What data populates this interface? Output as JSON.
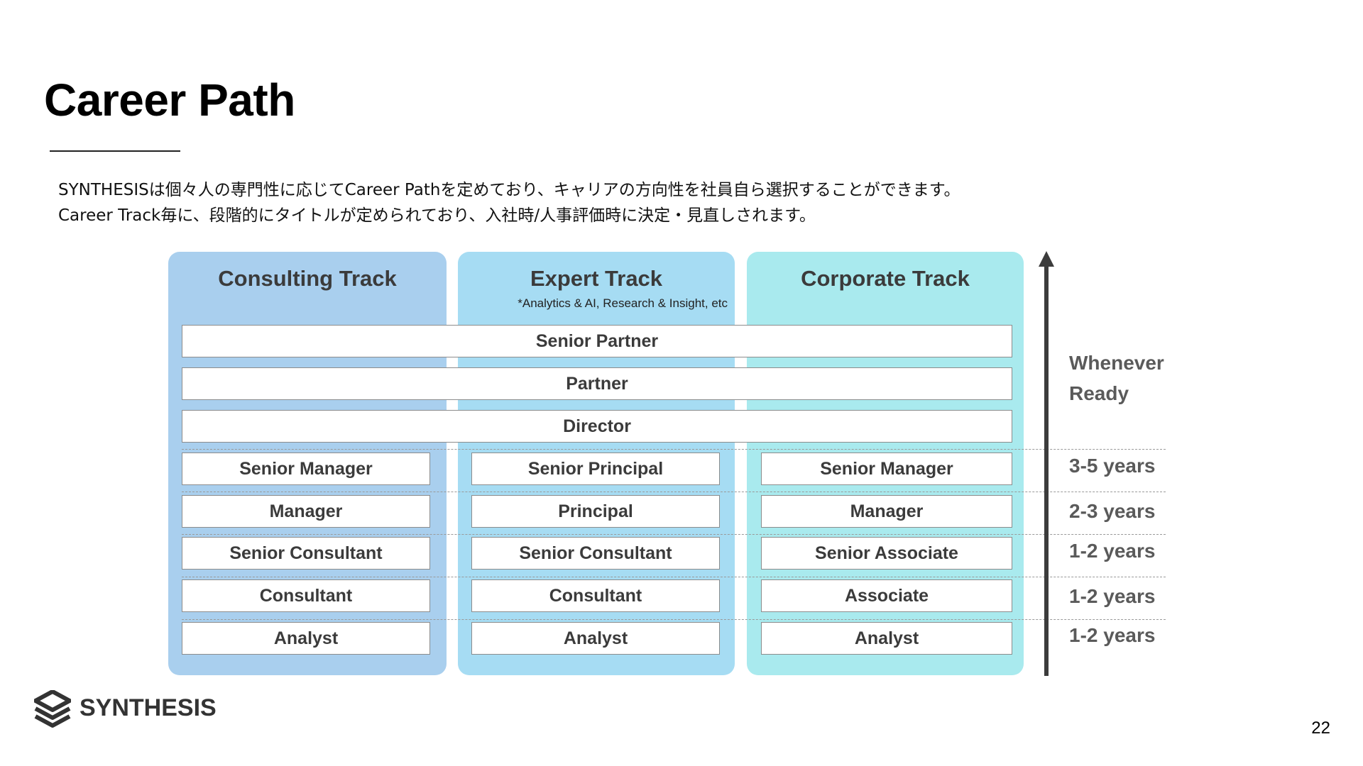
{
  "title": "Career Path",
  "intro": {
    "line1": "SYNTHESISは個々人の専門性に応じてCareer Pathを定めており、キャリアの方向性を社員自ら選択することができます。",
    "line2": "Career Track毎に、段階的にタイトルが定められており、入社時/人事評価時に決定・見直しされます。"
  },
  "tracks": [
    {
      "title": "Consulting Track",
      "subtitle": ""
    },
    {
      "title": "Expert Track",
      "subtitle": "*Analytics & AI, Research & Insight, etc"
    },
    {
      "title": "Corporate Track",
      "subtitle": ""
    }
  ],
  "shared_levels": [
    "Senior Partner",
    "Partner",
    "Director"
  ],
  "levels": [
    {
      "consulting": "Senior Manager",
      "expert": "Senior Principal",
      "corporate": "Senior Manager",
      "duration": "3-5 years"
    },
    {
      "consulting": "Manager",
      "expert": "Principal",
      "corporate": "Manager",
      "duration": "2-3 years"
    },
    {
      "consulting": "Senior Consultant",
      "expert": "Senior Consultant",
      "corporate": "Senior Associate",
      "duration": "1-2 years"
    },
    {
      "consulting": "Consultant",
      "expert": "Consultant",
      "corporate": "Associate",
      "duration": "1-2 years"
    },
    {
      "consulting": "Analyst",
      "expert": "Analyst",
      "corporate": "Analyst",
      "duration": "1-2 years"
    }
  ],
  "top_duration": {
    "line1": "Whenever",
    "line2": "Ready"
  },
  "logo": {
    "text": "SYNTHESIS",
    "icon": "synthesis-logo-icon"
  },
  "page_number": "22",
  "colors": {
    "consulting_bg": "#a9cfee",
    "expert_bg": "#a6dcf3",
    "corporate_bg": "#a9eaee",
    "arrow": "#3c3c3c",
    "duration_text": "#5a5a5a"
  }
}
